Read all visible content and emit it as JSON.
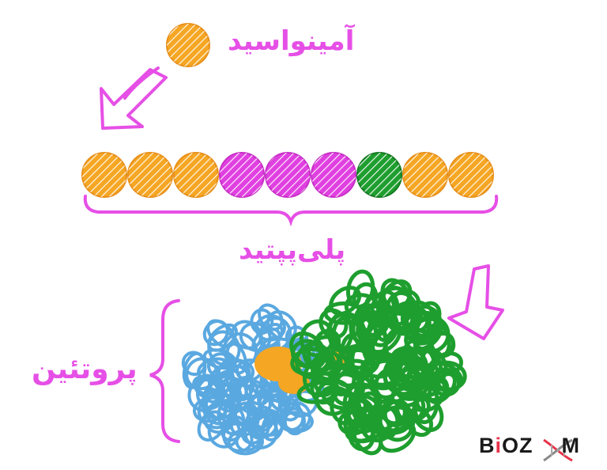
{
  "labels": {
    "amino_acid": "آمینواسید",
    "polypeptide": "پلی‌پپتید",
    "protein": "پروتئین"
  },
  "brand": {
    "prefix": "B",
    "dot": "i",
    "middle": "OZ",
    "suffix": "M"
  },
  "chain": [
    "orange",
    "orange",
    "orange",
    "magenta",
    "magenta",
    "magenta",
    "green",
    "orange",
    "orange"
  ],
  "colors": {
    "orange": "#f5a623",
    "magenta": "#e040e0",
    "green": "#1e9e2e",
    "blue": "#5aa8e0",
    "pink": "#e64fe6",
    "dna": "#e8334a"
  },
  "icons": [
    "arrow-icon",
    "brace-icon",
    "dna-helix-icon"
  ]
}
